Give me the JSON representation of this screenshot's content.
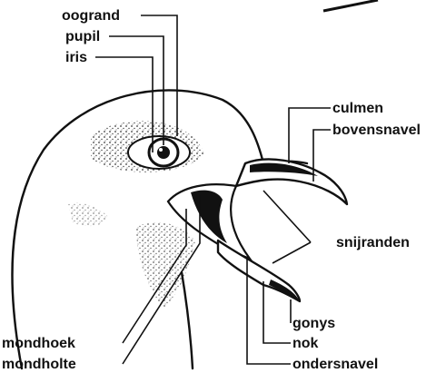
{
  "diagram": {
    "labels": {
      "oogrand": "oogrand",
      "pupil": "pupil",
      "iris": "iris",
      "culmen": "culmen",
      "bovensnavel": "bovensnavel",
      "snijranden": "snijranden",
      "gonys": "gonys",
      "nok": "nok",
      "ondersnavel": "ondersnavel",
      "mondhoek": "mondhoek",
      "mondholte": "mondholte"
    },
    "ink_color": "#111111",
    "background": "#ffffff"
  }
}
